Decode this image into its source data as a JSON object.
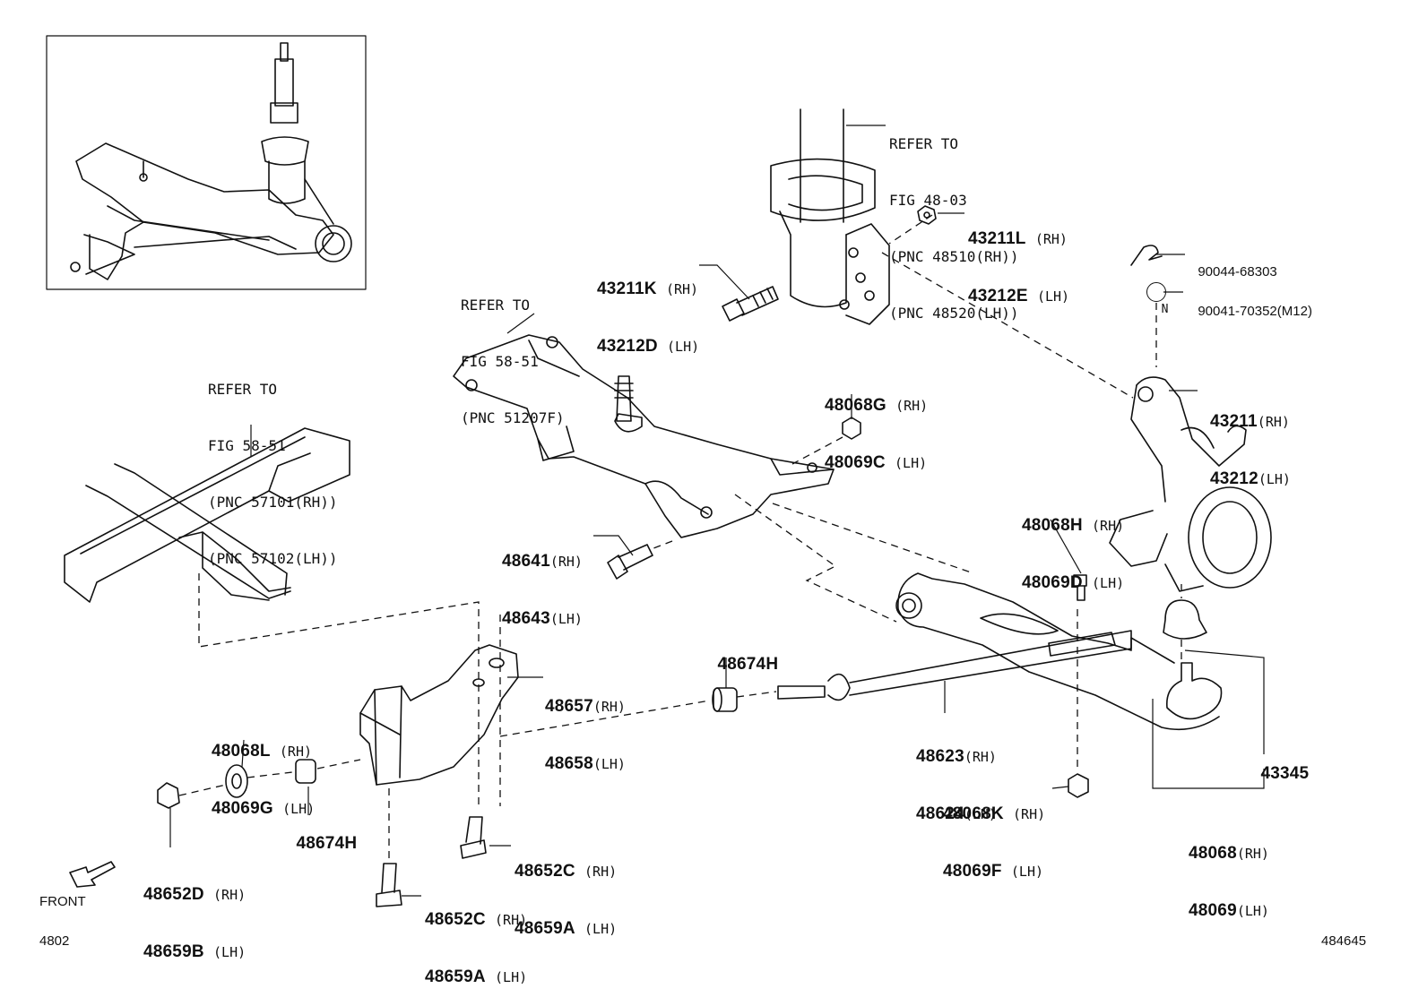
{
  "refs": {
    "strut": [
      "REFER TO",
      "FIG 48-03",
      "(PNC 48510(RH))",
      "(PNC 48520(LH))"
    ],
    "crossmember": [
      "REFER TO",
      "FIG 58-51",
      "(PNC 51207F)"
    ],
    "frame": [
      "REFER TO",
      "FIG 58-51",
      "(PNC 57101(RH))",
      "(PNC 57102(LH))"
    ]
  },
  "parts": {
    "p43211L": {
      "num": "43211L",
      "side": "(RH)"
    },
    "p43212E": {
      "num": "43212E",
      "side": "(LH)"
    },
    "p43211K": {
      "num": "43211K",
      "side": "(RH)"
    },
    "p43212D": {
      "num": "43212D",
      "side": "(LH)"
    },
    "p90044": {
      "num": "90044-68303"
    },
    "p90041": {
      "num": "90041-70352",
      "side": "(M12)"
    },
    "p43211": {
      "num": "43211",
      "side": "(RH)"
    },
    "p43212": {
      "num": "43212",
      "side": "(LH)"
    },
    "p48068G": {
      "num": "48068G",
      "side": "(RH)"
    },
    "p48069C": {
      "num": "48069C",
      "side": "(LH)"
    },
    "p48068H": {
      "num": "48068H",
      "side": "(RH)"
    },
    "p48069D": {
      "num": "48069D",
      "side": "(LH)"
    },
    "p48641": {
      "num": "48641",
      "side": "(RH)"
    },
    "p48643": {
      "num": "48643",
      "side": "(LH)"
    },
    "p48657": {
      "num": "48657",
      "side": "(RH)"
    },
    "p48658": {
      "num": "48658",
      "side": "(LH)"
    },
    "p48674H_a": {
      "num": "48674H"
    },
    "p48674H_b": {
      "num": "48674H"
    },
    "p48068L": {
      "num": "48068L",
      "side": "(RH)"
    },
    "p48069G": {
      "num": "48069G",
      "side": "(LH)"
    },
    "p48623": {
      "num": "48623",
      "side": "(RH)"
    },
    "p48624": {
      "num": "48624",
      "side": "(LH)"
    },
    "p43345": {
      "num": "43345"
    },
    "p48068K": {
      "num": "48068K",
      "side": "(RH)"
    },
    "p48069F": {
      "num": "48069F",
      "side": "(LH)"
    },
    "p48068": {
      "num": "48068",
      "side": "(RH)"
    },
    "p48069": {
      "num": "48069",
      "side": "(LH)"
    },
    "p48652C_a": {
      "num": "48652C",
      "side": "(RH)"
    },
    "p48659A_a": {
      "num": "48659A",
      "side": "(LH)"
    },
    "p48652C_b": {
      "num": "48652C",
      "side": "(RH)"
    },
    "p48659A_b": {
      "num": "48659A",
      "side": "(LH)"
    },
    "p48652D": {
      "num": "48652D",
      "side": "(RH)"
    },
    "p48659B": {
      "num": "48659B",
      "side": "(LH)"
    }
  },
  "marker_n": "N",
  "front_label": "FRONT",
  "figure_code": "4802",
  "illustration_number": "484645"
}
